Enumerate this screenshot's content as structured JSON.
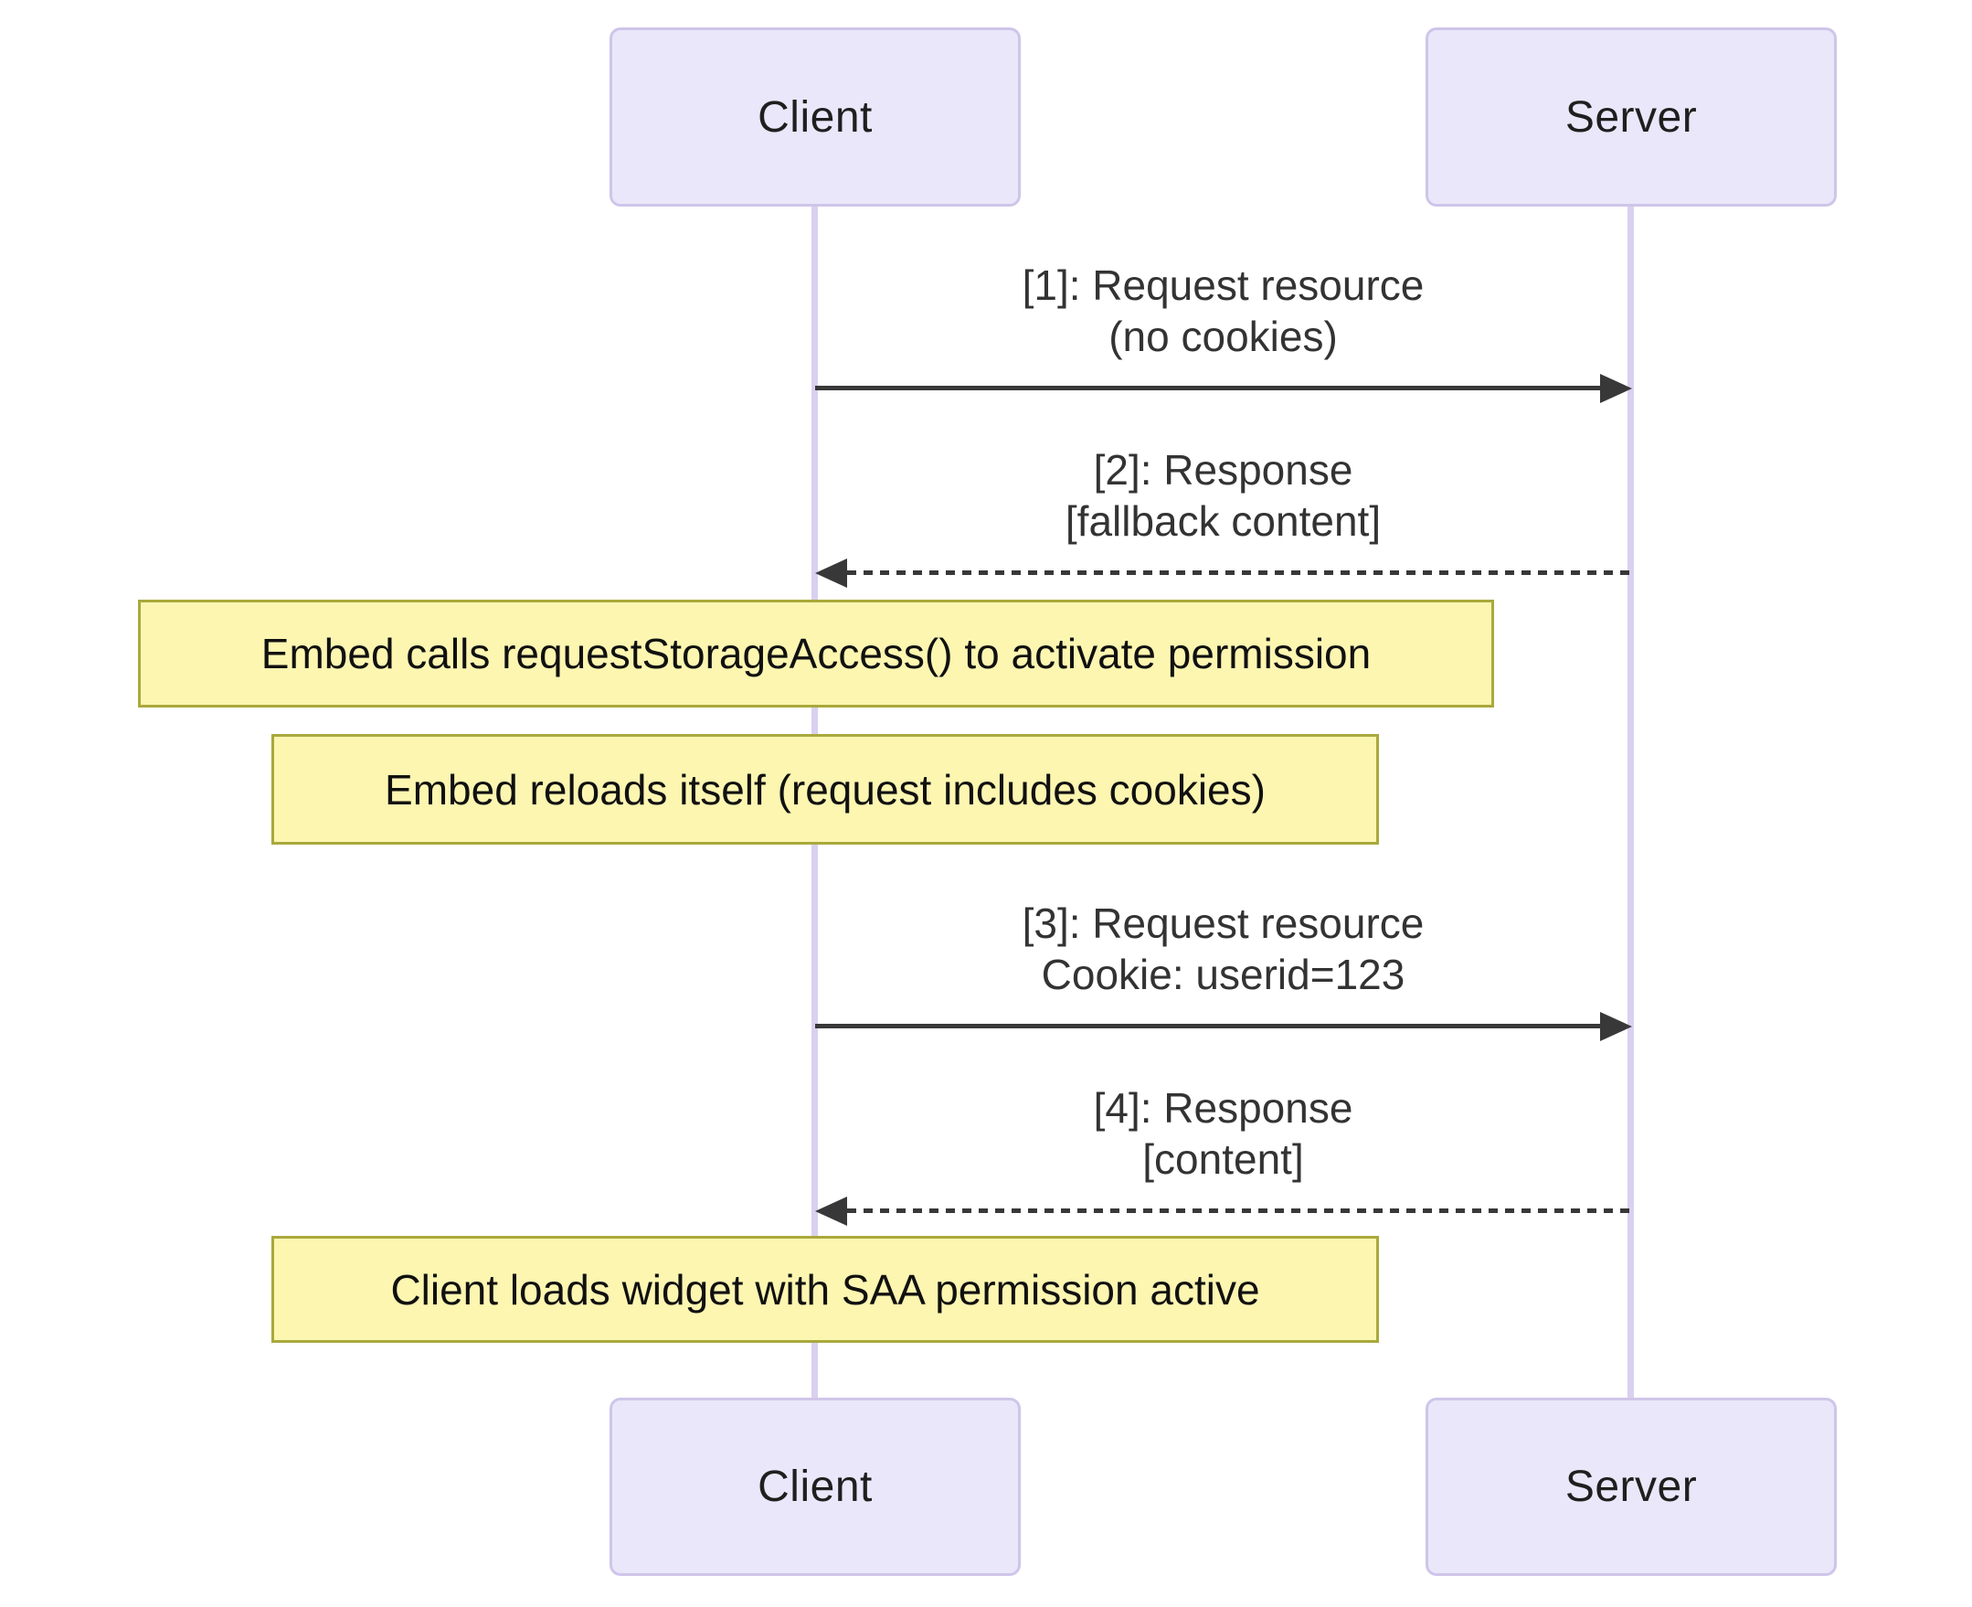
{
  "diagram": {
    "type": "sequence-diagram",
    "actors": [
      {
        "id": "client",
        "label": "Client"
      },
      {
        "id": "server",
        "label": "Server"
      }
    ],
    "messages": [
      {
        "seq": "1",
        "from": "client",
        "to": "server",
        "style": "solid",
        "line1": "[1]: Request resource",
        "line2": "(no cookies)"
      },
      {
        "seq": "2",
        "from": "server",
        "to": "client",
        "style": "dashed",
        "line1": "[2]: Response",
        "line2": "[fallback content]"
      },
      {
        "seq": "3",
        "from": "client",
        "to": "server",
        "style": "solid",
        "line1": "[3]: Request resource",
        "line2": "Cookie: userid=123"
      },
      {
        "seq": "4",
        "from": "server",
        "to": "client",
        "style": "dashed",
        "line1": "[4]: Response",
        "line2": "[content]"
      }
    ],
    "notes": [
      {
        "text": "Embed calls requestStorageAccess() to activate permission"
      },
      {
        "text": "Embed reloads itself (request includes cookies)"
      },
      {
        "text": "Client loads widget with SAA permission active"
      }
    ],
    "colors": {
      "actor_fill": "#E9E7F9",
      "actor_border": "#CFC5E9",
      "lifeline": "#DAD0EF",
      "note_fill": "#FDF6B1",
      "note_border": "#A9A93C",
      "arrow": "#383838",
      "text": "#333333",
      "background": "#FFFFFF"
    }
  }
}
